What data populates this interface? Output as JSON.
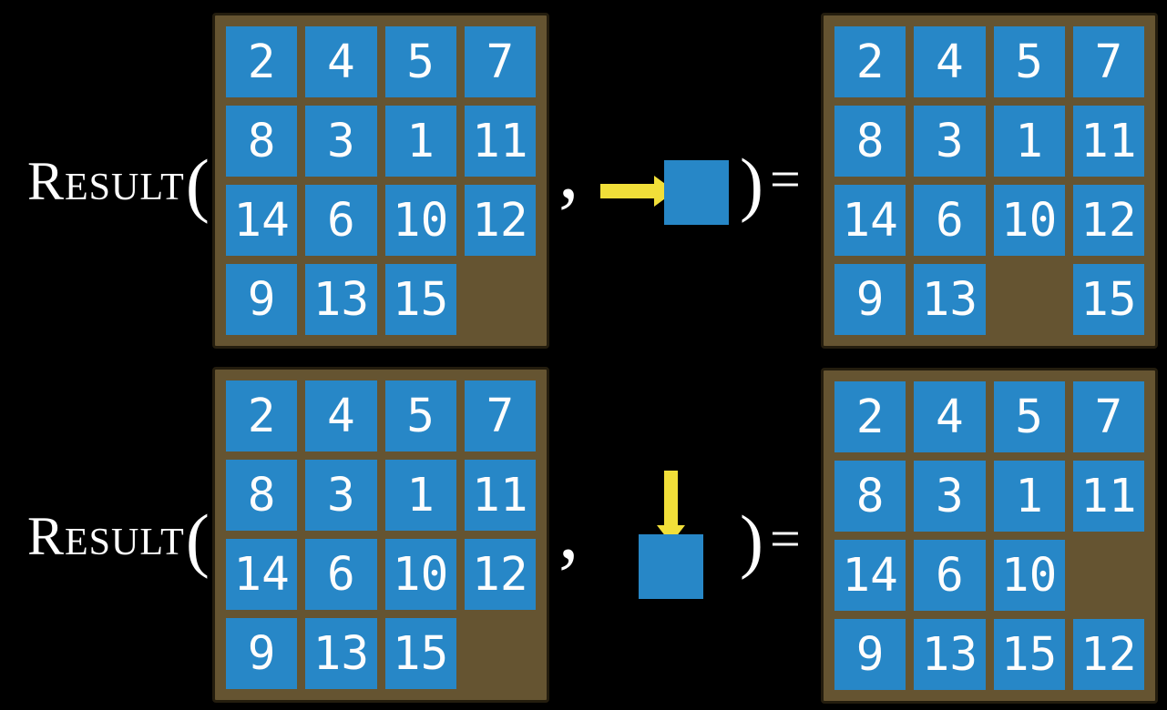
{
  "function": {
    "name": "Result",
    "open_paren": "(",
    "close_paren": ")",
    "comma": ",",
    "equals": "="
  },
  "colors": {
    "background": "#000000",
    "board_frame": "#655431",
    "tile_blue": "#2787c7",
    "arrow_yellow": "#f1df39",
    "text_white": "#ffffff"
  },
  "examples": [
    {
      "move": {
        "direction": "right",
        "icon": "right-arrow-into-tile"
      },
      "input_board": [
        [
          2,
          4,
          5,
          7
        ],
        [
          8,
          3,
          1,
          11
        ],
        [
          14,
          6,
          10,
          12
        ],
        [
          9,
          13,
          15,
          null
        ]
      ],
      "output_board": [
        [
          2,
          4,
          5,
          7
        ],
        [
          8,
          3,
          1,
          11
        ],
        [
          14,
          6,
          10,
          12
        ],
        [
          9,
          13,
          null,
          15
        ]
      ]
    },
    {
      "move": {
        "direction": "down",
        "icon": "down-arrow-into-tile"
      },
      "input_board": [
        [
          2,
          4,
          5,
          7
        ],
        [
          8,
          3,
          1,
          11
        ],
        [
          14,
          6,
          10,
          12
        ],
        [
          9,
          13,
          15,
          null
        ]
      ],
      "output_board": [
        [
          2,
          4,
          5,
          7
        ],
        [
          8,
          3,
          1,
          11
        ],
        [
          14,
          6,
          10,
          null
        ],
        [
          9,
          13,
          15,
          12
        ]
      ]
    }
  ]
}
